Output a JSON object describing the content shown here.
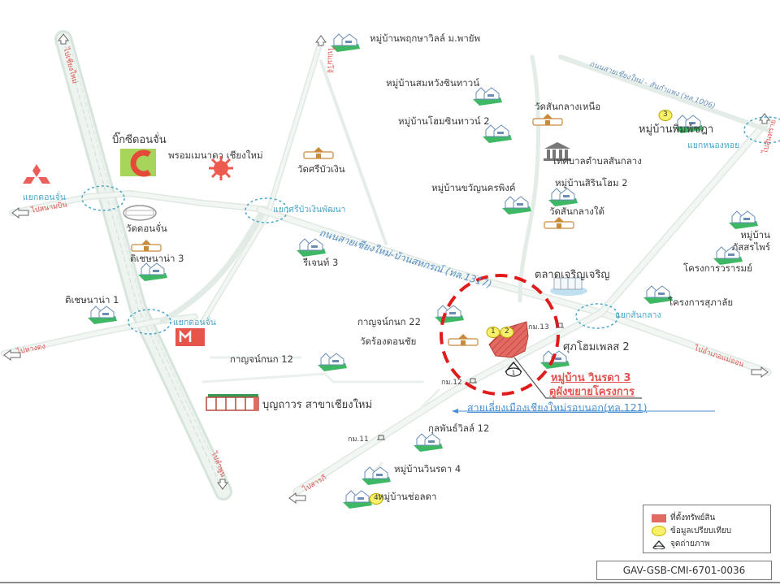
{
  "map": {
    "title": "Location map",
    "colors": {
      "road": "#e3ece6",
      "road_edge": "#cfdcd3",
      "intersection": "#4aa6c9",
      "property": "#e26a62",
      "highlight_circle": "#e01b1b",
      "village_green": "#3fb866",
      "temple": "#c98a3c",
      "label_red": "#e15552",
      "road_blue": "#5a8fc4"
    },
    "villages": [
      {
        "id": "v1",
        "label": "หมู่บ้านพฤกษาวิลล์ ม.พายัพ"
      },
      {
        "id": "v2",
        "label": "หมู่บ้านสมหวังซินทาวน์"
      },
      {
        "id": "v3",
        "label": "หมู่บ้านโฮมซินทาวน์ 2"
      },
      {
        "id": "v4",
        "label": "หมู่บ้านพิมพ์ชฎา"
      },
      {
        "id": "v5",
        "label": "หมู่บ้านขวัญนครพิงค์"
      },
      {
        "id": "v6",
        "label": "หมู่บ้านสิรินโฮม 2"
      },
      {
        "id": "v7",
        "label": "หมู่บ้าน ภัสสรไพร์"
      },
      {
        "id": "v8",
        "label": "โครงการวรารมย์"
      },
      {
        "id": "v9",
        "label": "โครงการสุภาลัย"
      },
      {
        "id": "v10",
        "label": "ติเชษนาน่า 3"
      },
      {
        "id": "v11",
        "label": "ติเชษนาน่า 1"
      },
      {
        "id": "v12",
        "label": "รีเจนท์ 3"
      },
      {
        "id": "v13",
        "label": "กาญจน์กนก 22"
      },
      {
        "id": "v14",
        "label": "กาญจน์กนก 12"
      },
      {
        "id": "v15",
        "label": "ศุภโฮมเพลส 2"
      },
      {
        "id": "v16",
        "label": "กุลพันธ์วิลล์ 12"
      },
      {
        "id": "v17",
        "label": "หมู่บ้านวินรดา 4"
      },
      {
        "id": "v18",
        "label": "หมู่บ้านช่อลดา"
      }
    ],
    "temples": [
      {
        "id": "t1",
        "label": "วัดศรีบัวเงิน"
      },
      {
        "id": "t2",
        "label": "วัดสันกลางเหนือ"
      },
      {
        "id": "t3",
        "label": "วัดสันกลางใต้"
      },
      {
        "id": "t4",
        "label": "วัดดอนจั่น"
      },
      {
        "id": "t5",
        "label": "วัดร้องดอนชัย"
      }
    ],
    "landmarks": {
      "bigc": "บิ๊กซีดอนจั่น",
      "prom": "พรอมเมนาดา เชียงใหม่",
      "municipality": "เทศบาลตำบลสันกลาง",
      "market": "ตลาดเจริญเจริญ",
      "store": "บุญถาวร สาขาเชียงใหม่"
    },
    "intersections": [
      {
        "id": "i1",
        "label": "แยกดอนจั่น"
      },
      {
        "id": "i2",
        "label": "แยกศรีบัวเงินพัฒนา"
      },
      {
        "id": "i3",
        "label": "แยกหนองหอย"
      },
      {
        "id": "i4",
        "label": "แยกดอนจั่น"
      },
      {
        "id": "i5",
        "label": "แยกสันกลาง"
      }
    ],
    "roads": {
      "main_1317": "ถนนสายเชียงใหม่-บ้านสหกรณ์ (ทล.1317)",
      "road_1006": "ถนนสายเชียงใหม่ - สันกำแพง (ทล.1006)",
      "ring_121": "สายเลี่ยงเมืองเชียงใหม่รอบนอก(ทล.121)"
    },
    "directions": {
      "north_left": "ไปเชียงใหม่",
      "north_mid": "ไปแม่โจ้",
      "north_right": "ไปสันทราย",
      "airport": "ไปสนามบิน",
      "west": "ไปหางดง",
      "south": "ไปลำพูน",
      "southwest": "ไปสารภี",
      "east": "ไปอำเภอแม่ออน"
    },
    "km_markers": [
      "กม.13",
      "กม.12",
      "กม.11"
    ],
    "comparables": [
      "1",
      "2",
      "3",
      "4"
    ],
    "photo_point": "1",
    "subject": {
      "name": "หมู่บ้าน วินรดา 3",
      "note": "ดูผังขยายโครงการ"
    }
  },
  "legend": {
    "items": [
      {
        "symbol": "property-swatch",
        "label": "ที่ตั้งทรัพย์สิน"
      },
      {
        "symbol": "comparable-swatch",
        "label": "ข้อมูลเปรียบเทียบ"
      },
      {
        "symbol": "photo-point-icon",
        "label": "จุดถ่ายภาพ"
      }
    ]
  },
  "reference_code": "GAV-GSB-CMI-6701-0036"
}
